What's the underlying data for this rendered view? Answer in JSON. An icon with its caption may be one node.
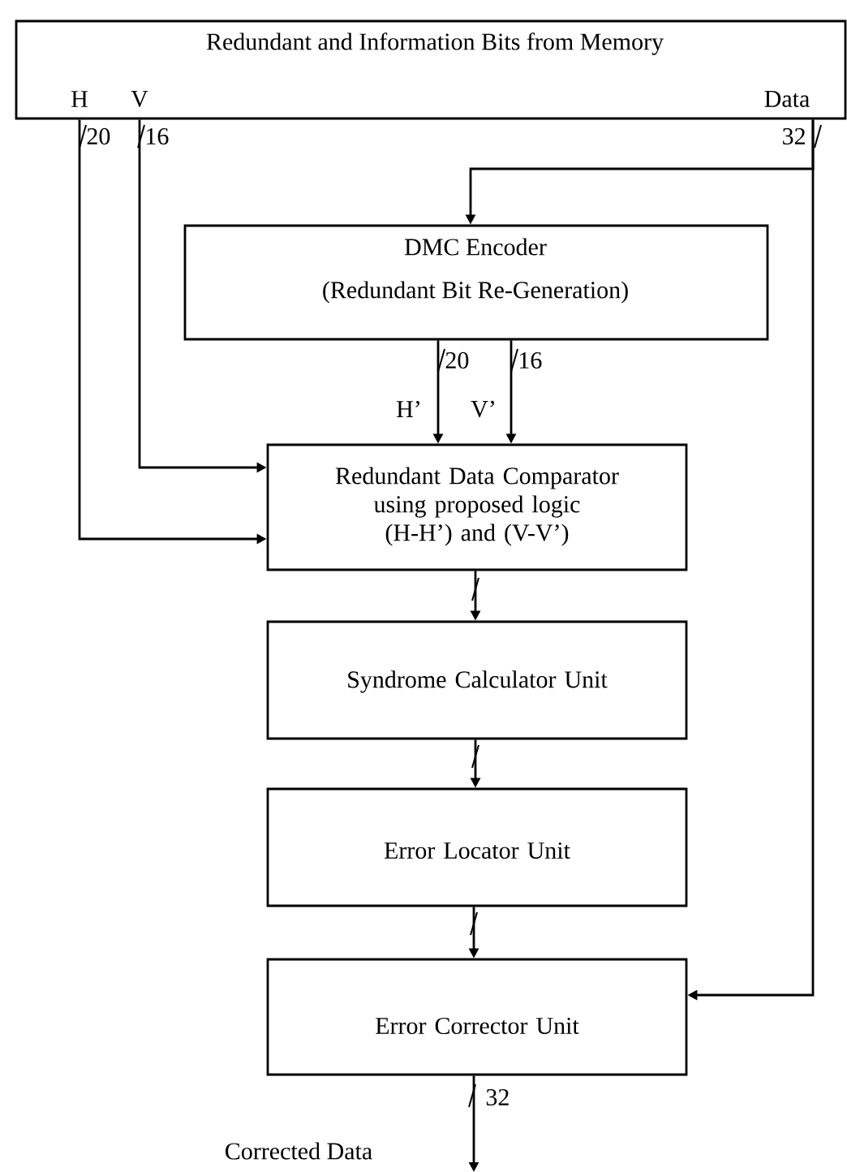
{
  "diagram": {
    "nodes": [
      {
        "text": [
          "Redundant and Information Bits from Memory",
          "H",
          "V",
          "Data"
        ]
      },
      {
        "text": [
          "DMC Encoder",
          "(Redundant Bit Re-Generation)"
        ]
      },
      {
        "text": [
          "Redundant Data Comparator using proposed logic (H-H’) and (V-V’)"
        ]
      },
      {
        "text": [
          "Syndrome Calculator Unit"
        ]
      },
      {
        "text": [
          "Error  Locator Unit"
        ]
      },
      {
        "text": [
          "Error Corrector Unit"
        ]
      }
    ],
    "edges": [
      {
        "from": 0,
        "to": 1,
        "arrow": "to",
        "label": "32"
      },
      {
        "from": 0,
        "to": 5,
        "arrow": "to"
      },
      {
        "from": 0,
        "to": 2,
        "arrow": "to",
        "label": "20"
      },
      {
        "from": 0,
        "to": 2,
        "arrow": "to",
        "label": "16"
      },
      {
        "from": 1,
        "to": 2,
        "arrow": "to",
        "label": "20"
      },
      {
        "from": 1,
        "to": 2,
        "arrow": "to",
        "label": "16"
      },
      {
        "from": 2,
        "to": 3,
        "arrow": "to"
      },
      {
        "from": 3,
        "to": 4,
        "arrow": "to"
      },
      {
        "from": 4,
        "to": 5,
        "arrow": "to"
      },
      {
        "from": 5,
        "to": null,
        "arrow": "to",
        "label": "32"
      }
    ],
    "labels": [
      "H’",
      "V’",
      "Corrected Data"
    ]
  }
}
